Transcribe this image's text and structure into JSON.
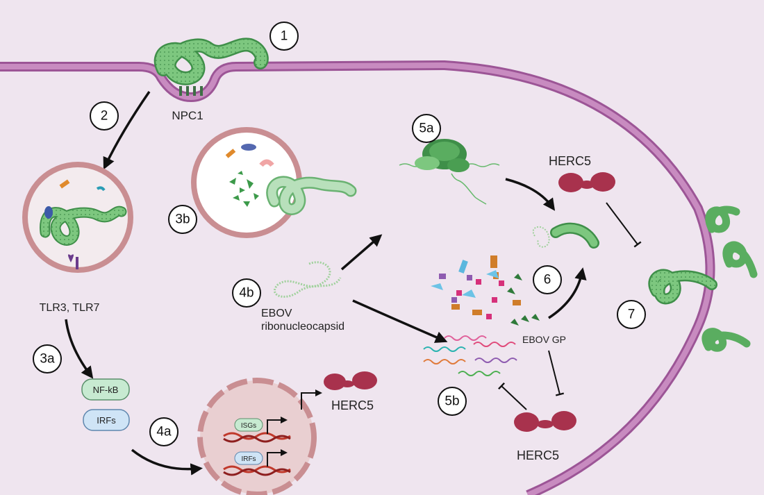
{
  "steps": [
    "1",
    "2",
    "3a",
    "3b",
    "4a",
    "4b",
    "5a",
    "5b",
    "6",
    "7"
  ],
  "labels": {
    "npc1": "NPC1",
    "tlr": "TLR3, TLR7",
    "nfkb": "NF-kB",
    "irfs": "IRFs",
    "isgs_gene": "ISGs",
    "irfs_gene": "IRFs",
    "herc5_nucleus": "HERC5",
    "herc5_top": "HERC5",
    "herc5_bottom": "HERC5",
    "ebov_line1": "EBOV",
    "ebov_line2": "ribonucleocapsid",
    "ebov_gp": "EBOV GP"
  },
  "colors": {
    "background": "#efe5ef",
    "membrane": "#b06aa8",
    "virus": "#6dbf73",
    "herc5": "#a8324d",
    "nucleus": "#e9cfd1"
  }
}
